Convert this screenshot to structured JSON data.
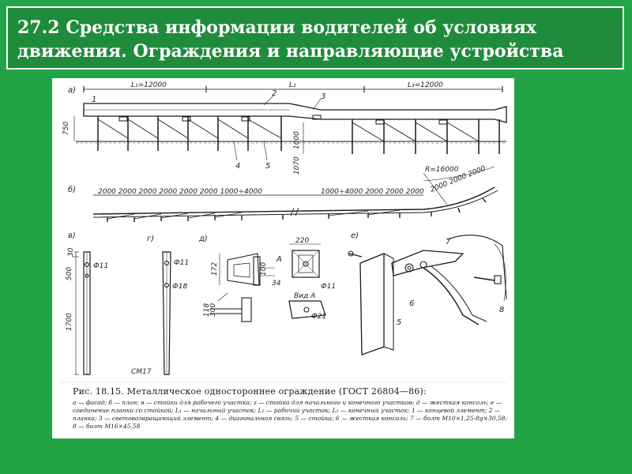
{
  "slide": {
    "title_line1": "27.2 Средства информации водителей об условиях",
    "title_line2": "движения. Ограждения и направляющие устройства",
    "colors": {
      "background": "#22a446",
      "title_box": "#1f8c3c",
      "title_text": "#ffffff"
    }
  },
  "figure": {
    "panel_labels": {
      "a": "а)",
      "b": "б)",
      "v": "в)",
      "g": "г)",
      "d": "д)",
      "e": "е)"
    },
    "top_dims": {
      "l1": "L₁=12000",
      "l2": "L₂",
      "l3": "L₃=12000",
      "h750": "750",
      "h1000": "1000",
      "h1070": "1070"
    },
    "callouts": {
      "c1": "1",
      "c2": "2",
      "c3": "3",
      "c4": "4",
      "c5": "5",
      "c6": "6",
      "c7": "7",
      "c8": "8"
    },
    "plan_dims": {
      "left": "2000  2000  2000  2000  2000  2000  1000÷4000",
      "right": "1000÷4000  2000  2000  2000",
      "radius": "R=16000",
      "arc": "2000  2000  2000"
    },
    "detail_dims": {
      "d500": "500",
      "d1700": "1700",
      "d30": "30",
      "f11a": "Ф11",
      "f18": "Ф18",
      "f11b": "Ф11",
      "f21": "Ф21",
      "m17": "СМ17",
      "d172": "172",
      "d100": "100",
      "d34": "34",
      "d118": "118",
      "d300": "300",
      "d220": "220",
      "vid": "Вид А",
      "a": "А"
    },
    "caption_main": "Рис. 18.15. Металлическое одностороннее ограждение (ГОСТ 26804—86):",
    "caption_legend": "а — фасад; б — план; в — стойки для рабочего участка; г — стойка для начального и конечного участков; д — жесткая консоль; е — соединение планки со стойкой; L₁ — начальный участок; L₂ — рабочий участок; L₃ — конечный участок; 1 — концевой элемент; 2 — планка; 3 — световозвращающий элемент; 4 — диагональная связь; 5 — стойка; 6 — жесткая консоль; 7 — болт М10×1,25-8g×30,58; 8 — болт М16×45,58"
  }
}
